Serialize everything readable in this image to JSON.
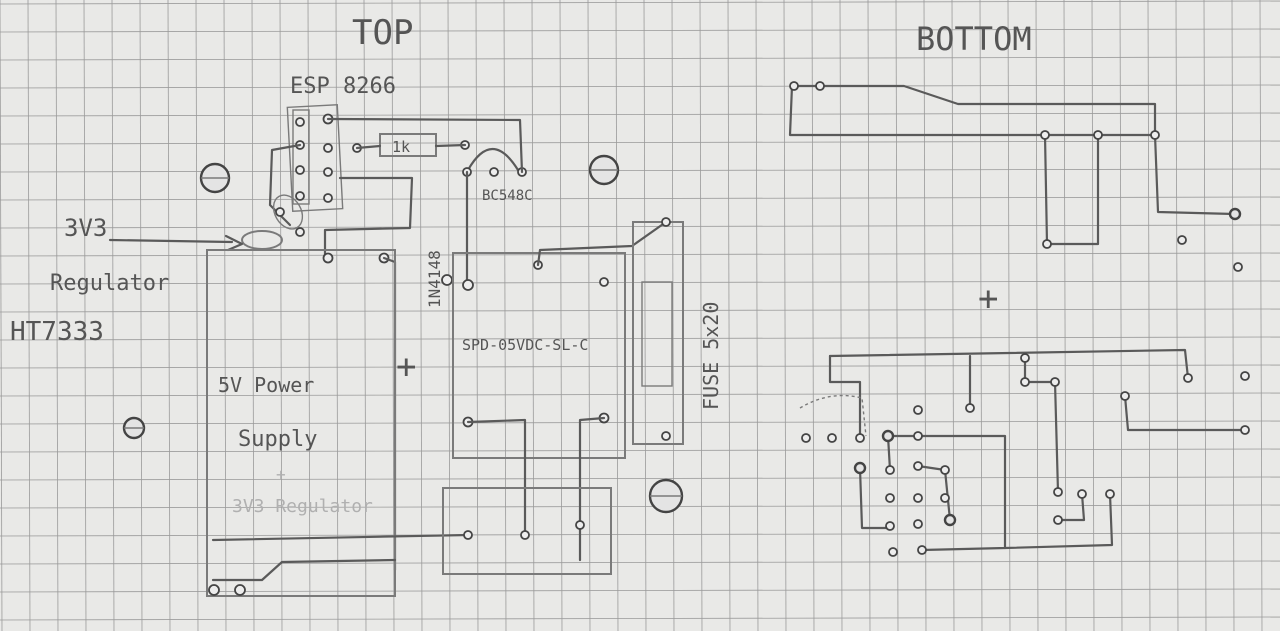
{
  "labels": {
    "top": "TOP",
    "bottom": "BOTTOM",
    "esp": "ESP 8266",
    "resistor": "1k",
    "transistor": "BC548C",
    "regulator_voltage": "3V3",
    "regulator_word": "Regulator",
    "regulator_model": "HT7333",
    "diode": "1N4148",
    "relay": "SPD-05VDC-SL-C",
    "fuse": "FUSE 5x20",
    "psu_line1": "5V Power",
    "psu_line2": "Supply",
    "psu_line3": "+",
    "psu_line4": "3V3 Regulator",
    "plus_top": "+",
    "plus_bottom": "+"
  },
  "colors": {
    "paper": "#e9e9e7",
    "grid": "#9a9a9a",
    "pencil": "#555555"
  }
}
